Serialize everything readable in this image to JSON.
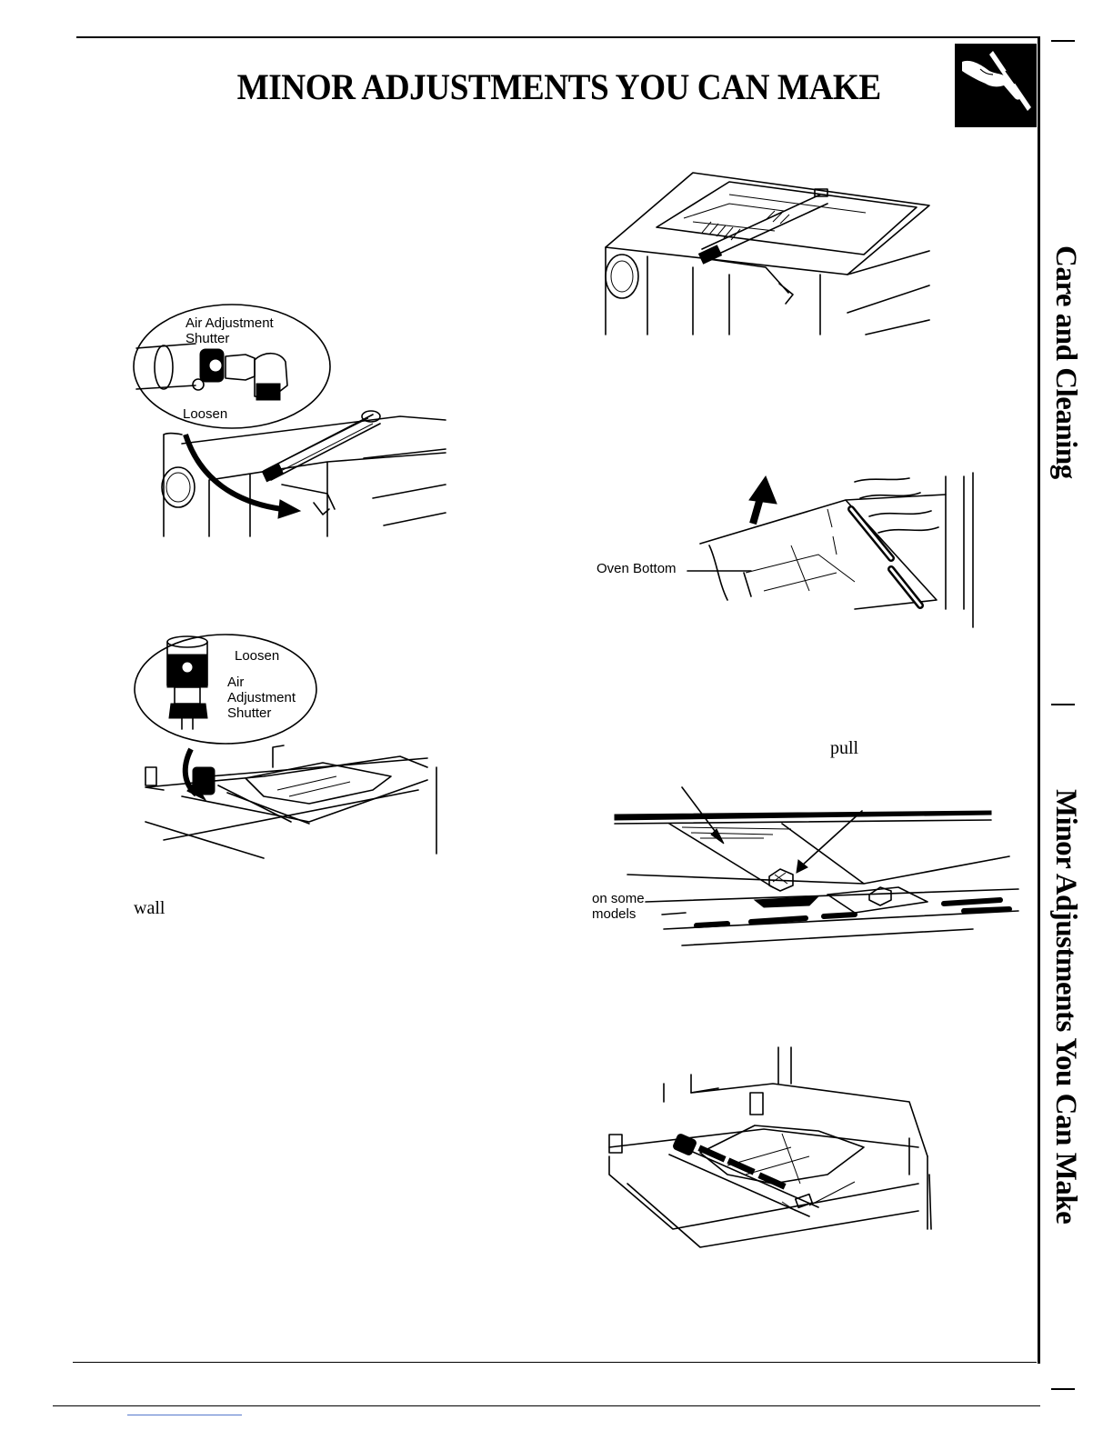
{
  "page_title": "MINOR ADJUSTMENTS YOU CAN MAKE",
  "side_tabs": {
    "upper": "Care and Cleaning",
    "lower": "Minor Adjustments You Can Make"
  },
  "figures": {
    "fig1": {
      "label_air_shutter": "Air Adjustment\nShutter",
      "label_loosen": "Loosen"
    },
    "fig2": {
      "label_loosen": "Loosen",
      "label_air_shutter": "Air\nAdjustment\nShutter"
    },
    "fig4": {
      "label_oven_bottom": "Oven Bottom"
    },
    "fig5": {
      "label_models": "on some\nmodels"
    }
  },
  "text_fragments": {
    "left_word": "wall",
    "right_word": "pull"
  },
  "icon": "hand-tool-icon"
}
